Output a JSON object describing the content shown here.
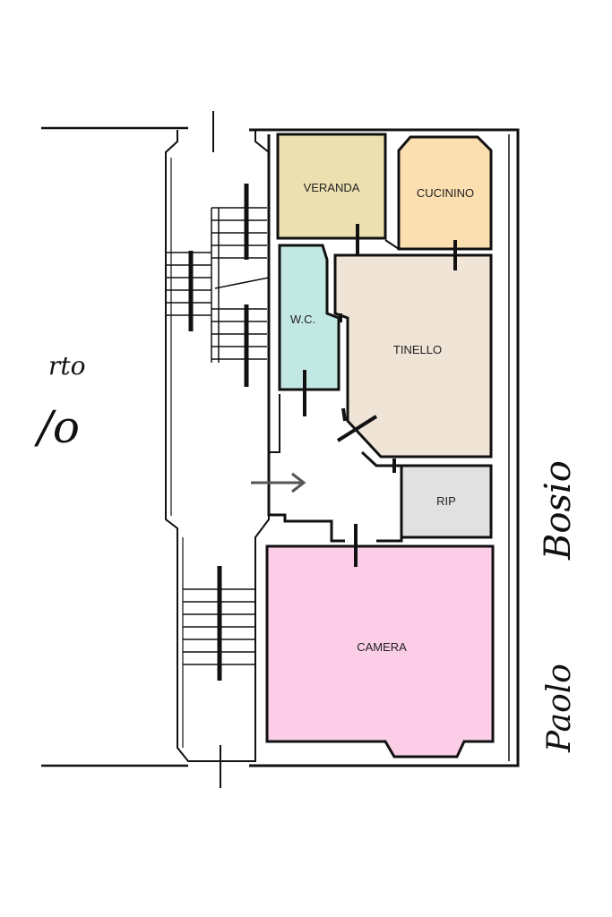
{
  "rooms": {
    "veranda": {
      "label": "VERANDA",
      "color": "#ede0b0"
    },
    "cucinino": {
      "label": "CUCININO",
      "color": "#fbdfb0"
    },
    "wc": {
      "label": "W.C.",
      "color": "#c2e8e3"
    },
    "tinello": {
      "label": "TINELLO",
      "color": "#efe4d6"
    },
    "rip": {
      "label": "RIP",
      "color": "#e1e1e1"
    },
    "camera": {
      "label": "CAMERA",
      "color": "#fbcde7"
    }
  },
  "street_text": {
    "left_top": "rto",
    "left_bottom": "/o",
    "right_top": "Bosio",
    "right_bottom": "Paolo"
  },
  "wall_color": "#111111"
}
